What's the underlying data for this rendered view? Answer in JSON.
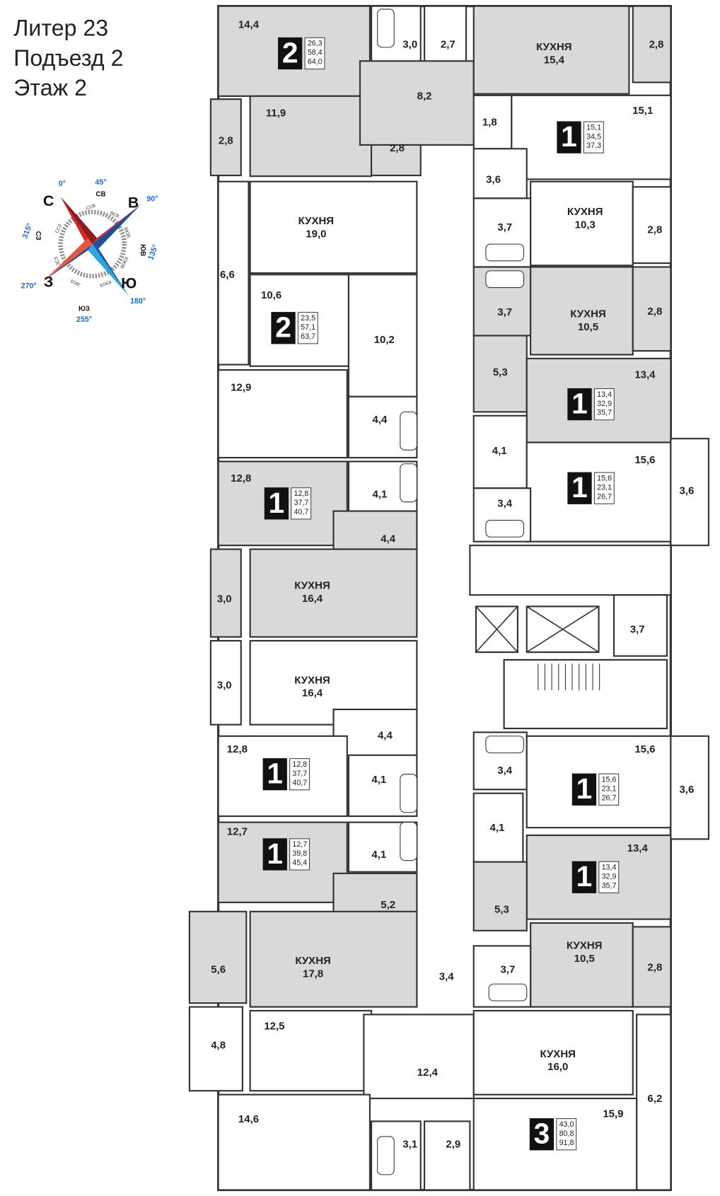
{
  "title": {
    "building": "Литер 23",
    "entrance": "Подъезд 2",
    "floor": "Этаж 2"
  },
  "compass": {
    "main": [
      "С",
      "В",
      "Ю",
      "З"
    ],
    "main_degrees": [
      "0°",
      "90°",
      "180°",
      "270°"
    ],
    "diagonal": [
      "СВ",
      "ЮВ",
      "ЮЗ",
      "СЗ"
    ],
    "diagonal_degrees": [
      "45°",
      "135°",
      "255°",
      "315°"
    ],
    "minor": [
      "ССВ",
      "ВСВ",
      "ВЮВ",
      "ЮЮВ",
      "ЮЮЗ",
      "ЗЮЗ",
      "ЗСЗ",
      "ССЗ"
    ]
  },
  "colors": {
    "highlight": "#d9d9d9",
    "wall": "#333333",
    "badge": "#111111",
    "compass_red": "#d8232a",
    "compass_blue": "#1b4e9b"
  },
  "apartments": [
    {
      "rooms": "2",
      "areas": [
        "26,3",
        "58,4",
        "64,0"
      ]
    },
    {
      "rooms": "1",
      "areas": [
        "15,1",
        "34,5",
        "37,3"
      ]
    },
    {
      "rooms": "2",
      "areas": [
        "23,5",
        "57,1",
        "63,7"
      ]
    },
    {
      "rooms": "1",
      "areas": [
        "13,4",
        "32,9",
        "35,7"
      ]
    },
    {
      "rooms": "1",
      "areas": [
        "15,6",
        "23,1",
        "26,7"
      ]
    },
    {
      "rooms": "1",
      "areas": [
        "12,8",
        "37,7",
        "40,7"
      ]
    },
    {
      "rooms": "1",
      "areas": [
        "12,8",
        "37,7",
        "40,7"
      ]
    },
    {
      "rooms": "1",
      "areas": [
        "15,6",
        "23,1",
        "26,7"
      ]
    },
    {
      "rooms": "1",
      "areas": [
        "12,7",
        "39,8",
        "45,4"
      ]
    },
    {
      "rooms": "1",
      "areas": [
        "13,4",
        "32,9",
        "35,7"
      ]
    },
    {
      "rooms": "3",
      "areas": [
        "43,0",
        "80,8",
        "91,8"
      ]
    }
  ],
  "room_labels": [
    "14,4",
    "3,0",
    "2,7",
    "КУХНЯ\n15,4",
    "2,8",
    "8,2",
    "11,9",
    "2,8",
    "2,8",
    "1,8",
    "15,1",
    "3,6",
    "КУХНЯ\n19,0",
    "КУХНЯ\n10,3",
    "2,8",
    "3,7",
    "6,6",
    "10,6",
    "3,7",
    "КУХНЯ\n10,5",
    "2,8",
    "10,2",
    "5,3",
    "13,4",
    "12,9",
    "4,4",
    "4,1",
    "15,6",
    "12,8",
    "4,1",
    "3,6",
    "3,4",
    "4,4",
    "КУХНЯ\n16,4",
    "3,0",
    "3,7",
    "3,0",
    "КУХНЯ\n16,4",
    "4,4",
    "12,8",
    "15,6",
    "4,1",
    "3,4",
    "3,6",
    "4,1",
    "12,7",
    "13,4",
    "4,1",
    "5,2",
    "5,3",
    "КУХНЯ\n10,5",
    "2,8",
    "3,7",
    "КУХНЯ\n17,8",
    "5,6",
    "3,4",
    "12,5",
    "4,8",
    "КУХНЯ\n16,0",
    "6,2",
    "12,4",
    "14,6",
    "15,9",
    "3,1",
    "2,9"
  ]
}
